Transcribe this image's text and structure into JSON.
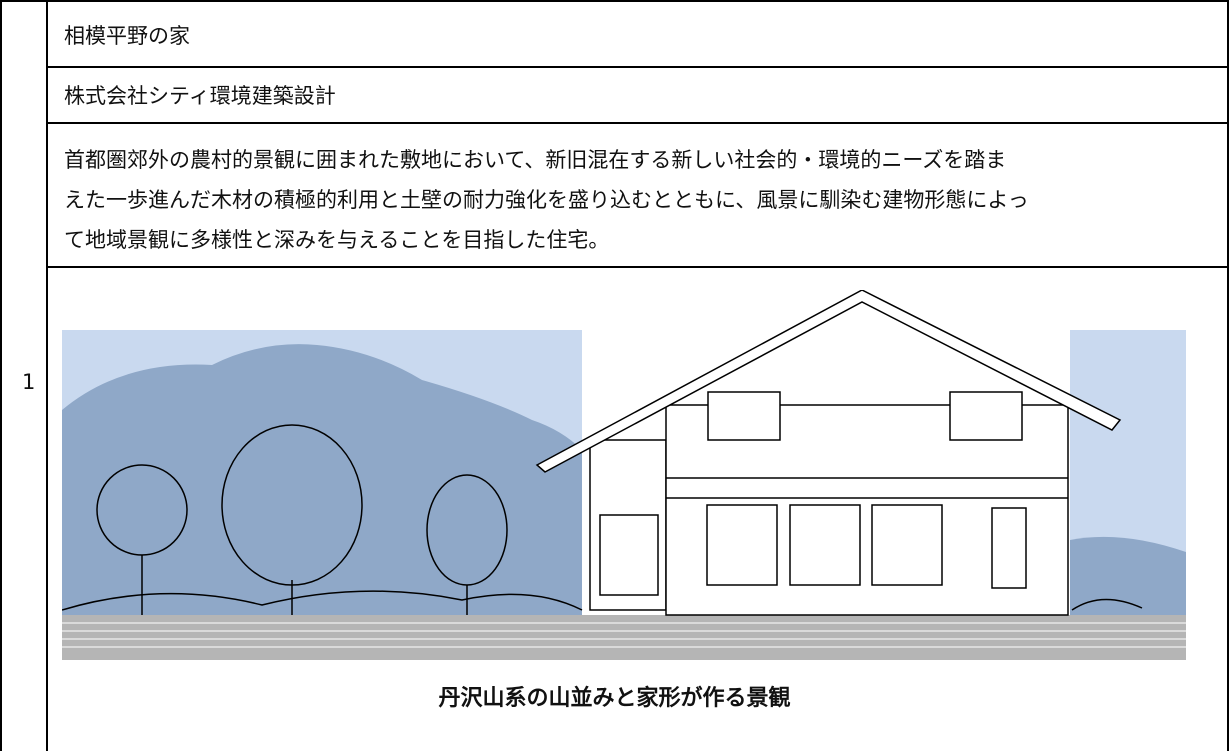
{
  "table": {
    "row_number": "1",
    "title": "相模平野の家",
    "company": "株式会社シティ環境建築設計",
    "description_lines": [
      "首都圏郊外の農村的景観に囲まれた敷地において、新旧混在する新しい社会的・環境的ニーズを踏ま",
      "えた一歩進んだ木材の積極的利用と土壁の耐力強化を盛り込むとともに、風景に馴染む建物形態によっ",
      "て地域景観に多様性と深みを与えることを目指した住宅。"
    ],
    "caption": "丹沢山系の山並みと家形が作る景観"
  },
  "colors": {
    "sky": "#c9d9ef",
    "mountain": "#8fa8c8",
    "ground": "#b5b5b5",
    "ink": "#000000"
  }
}
